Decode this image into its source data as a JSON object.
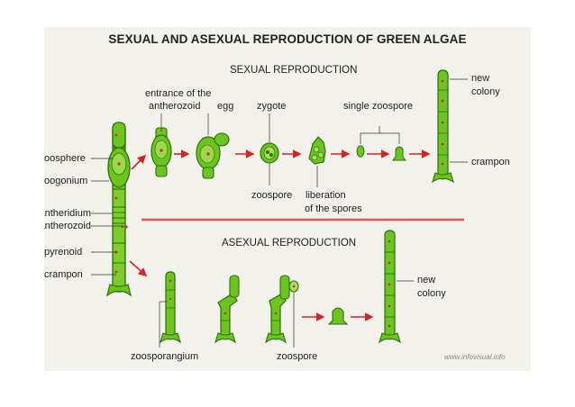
{
  "title": "SEXUAL AND ASEXUAL REPRODUCTION OF GREEN ALGAE",
  "sections": {
    "sexual": "SEXUAL REPRODUCTION",
    "asexual": "ASEXUAL REPRODUCTION"
  },
  "labels": {
    "oosphere": "oosphere",
    "oogonium": "oogonium",
    "antheridium": "antheridium",
    "antherozoid": "antherozoid",
    "pyrenoid": "pyrenoid",
    "crampon_left": "crampon",
    "entrance_1": "entrance of the",
    "entrance_2": "antherozoid",
    "egg": "egg",
    "zygote": "zygote",
    "single_zoospore": "single zoospore",
    "new_colony_top_1": "new",
    "new_colony_top_2": "colony",
    "crampon_right": "crampon",
    "zoospore_top": "zoospore",
    "liberation_1": "liberation",
    "liberation_2": "of the spores",
    "new_colony_bottom_1": "new",
    "new_colony_bottom_2": "colony",
    "zoosporangium": "zoosporangium",
    "zoospore_bottom": "zoospore"
  },
  "credit": "www.infovisual.info",
  "colors": {
    "plant_fill": "#6cc51f",
    "plant_light": "#a6e05a",
    "outline": "#2f6e0b",
    "arrow": "#d42323",
    "divider": "#e05656"
  }
}
